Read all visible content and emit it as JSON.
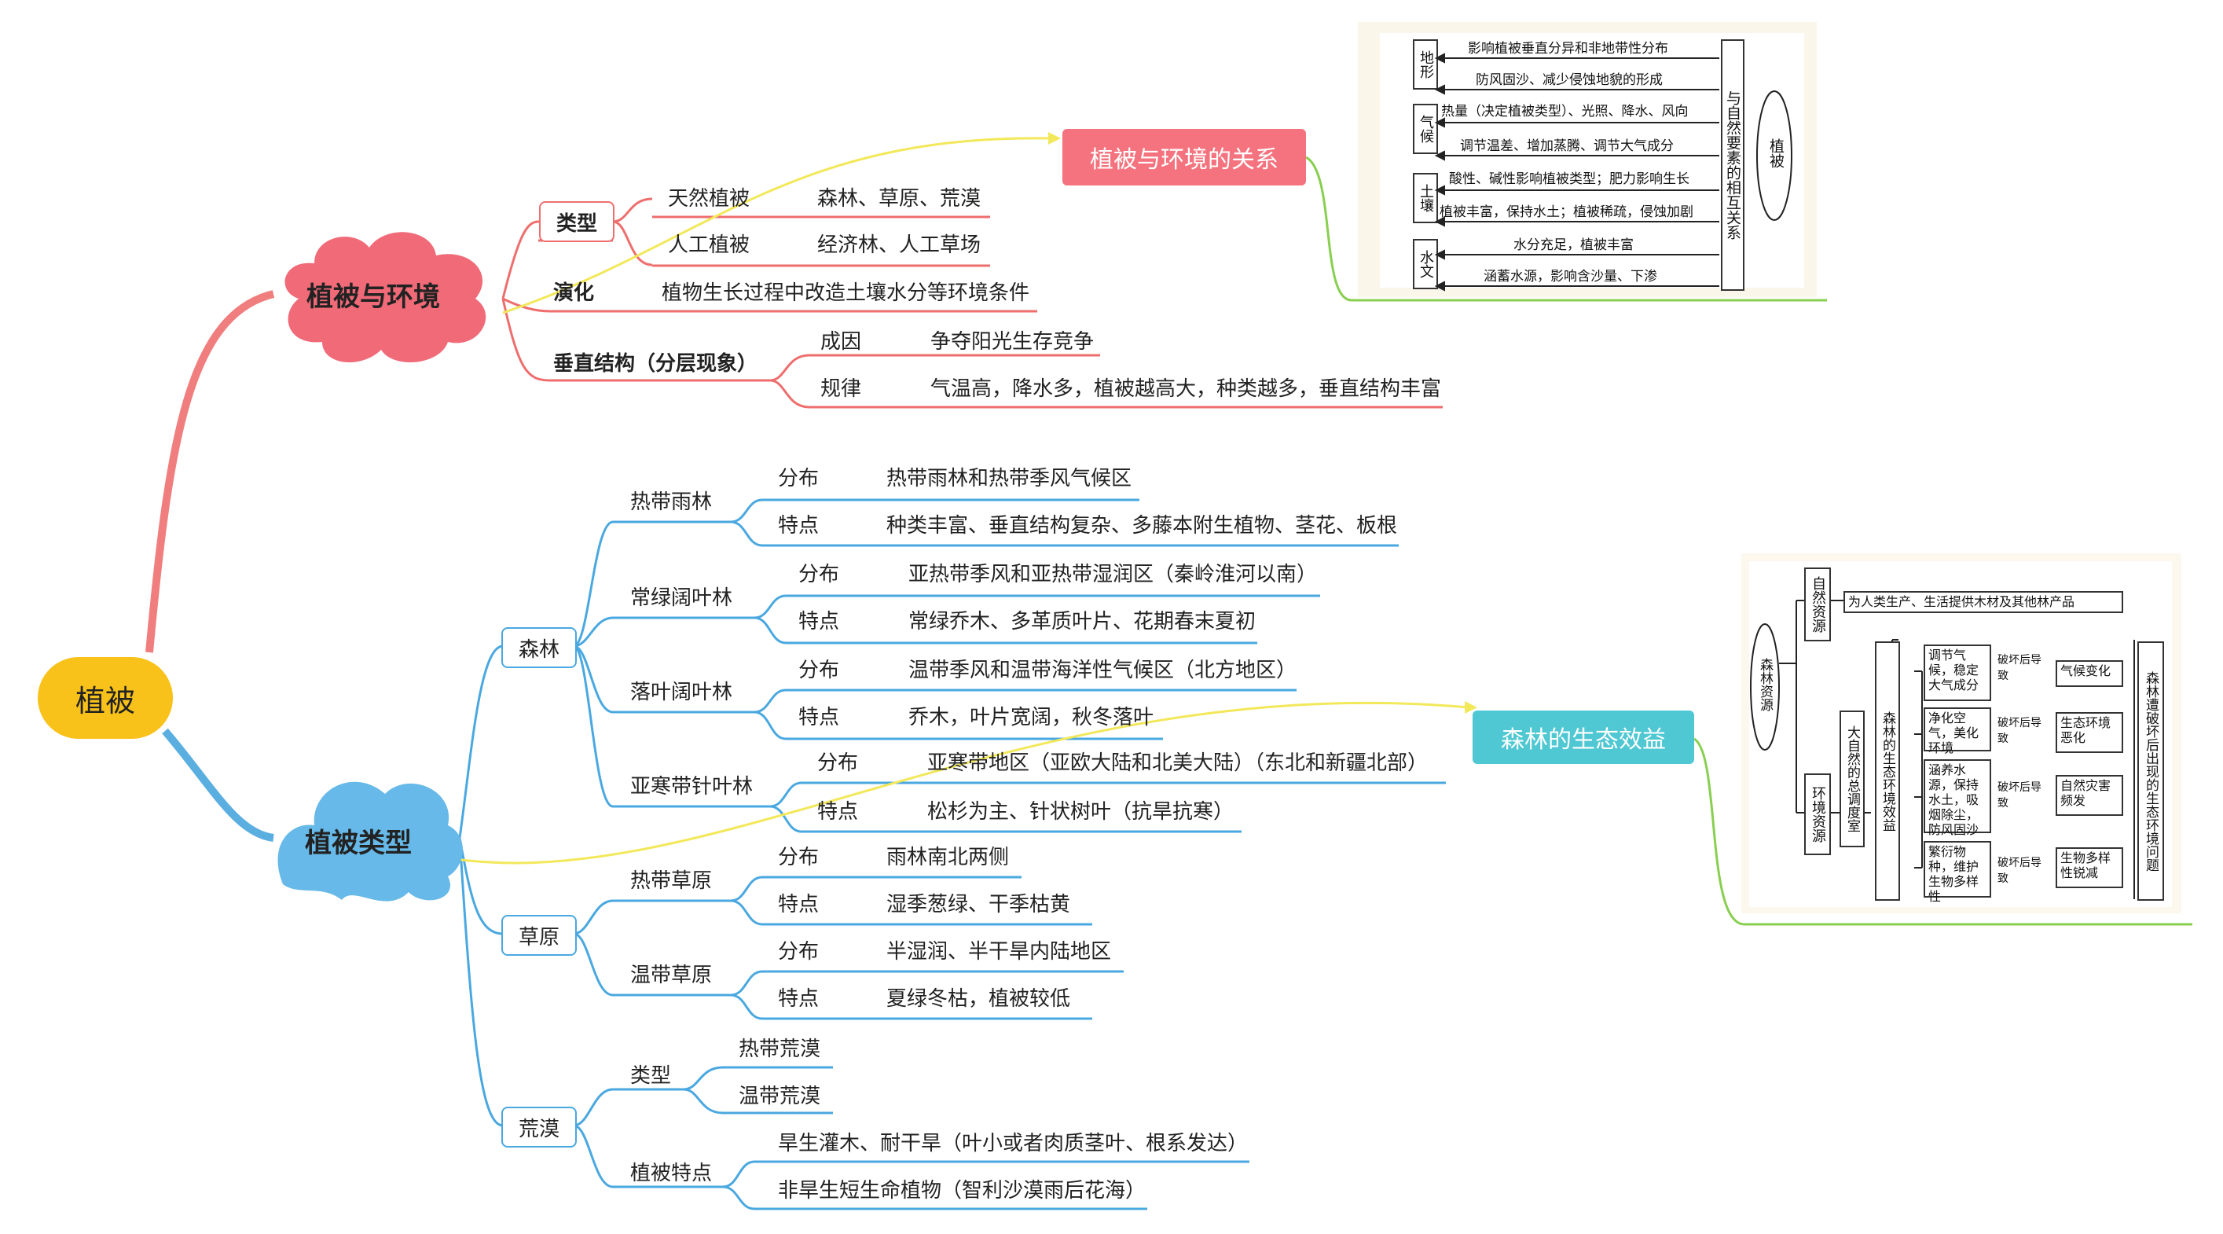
{
  "root": {
    "label": "植被"
  },
  "branch1": {
    "title": "植被与环境",
    "type": {
      "label": "类型",
      "natural": {
        "label": "天然植被",
        "value": "森林、草原、荒漠"
      },
      "artificial": {
        "label": "人工植被",
        "value": "经济林、人工草场"
      }
    },
    "evolution": {
      "label": "演化",
      "value": "植物生长过程中改造土壤水分等环境条件"
    },
    "vertical": {
      "label": "垂直结构（分层现象）",
      "cause": {
        "label": "成因",
        "value": "争夺阳光生存竞争"
      },
      "rule": {
        "label": "规律",
        "value": "气温高，降水多，植被越高大，种类越多，垂直结构丰富"
      }
    }
  },
  "branch2": {
    "title": "植被类型",
    "forest": {
      "label": "森林",
      "rainforest": {
        "label": "热带雨林",
        "dist_label": "分布",
        "dist": "热带雨林和热带季风气候区",
        "feat_label": "特点",
        "feat": "种类丰富、垂直结构复杂、多藤本附生植物、茎花、板根"
      },
      "evergreen": {
        "label": "常绿阔叶林",
        "dist_label": "分布",
        "dist": "亚热带季风和亚热带湿润区（秦岭淮河以南）",
        "feat_label": "特点",
        "feat": "常绿乔木、多革质叶片、花期春末夏初"
      },
      "deciduous": {
        "label": "落叶阔叶林",
        "dist_label": "分布",
        "dist": "温带季风和温带海洋性气候区（北方地区）",
        "feat_label": "特点",
        "feat": "乔木，叶片宽阔，秋冬落叶"
      },
      "taiga": {
        "label": "亚寒带针叶林",
        "dist_label": "分布",
        "dist": "亚寒带地区（亚欧大陆和北美大陆）（东北和新疆北部）",
        "feat_label": "特点",
        "feat": "松杉为主、针状树叶（抗旱抗寒）"
      }
    },
    "grassland": {
      "label": "草原",
      "tropical": {
        "label": "热带草原",
        "dist_label": "分布",
        "dist": "雨林南北两侧",
        "feat_label": "特点",
        "feat": "湿季葱绿、干季枯黄"
      },
      "temperate": {
        "label": "温带草原",
        "dist_label": "分布",
        "dist": "半湿润、半干旱内陆地区",
        "feat_label": "特点",
        "feat": "夏绿冬枯，植被较低"
      }
    },
    "desert": {
      "label": "荒漠",
      "types": {
        "label": "类型",
        "items": [
          "热带荒漠",
          "温带荒漠"
        ]
      },
      "features": {
        "label": "植被特点",
        "items": [
          "旱生灌木、耐干旱（叶小或者肉质茎叶、根系发达）",
          "非旱生短生命植物（智利沙漠雨后花海）"
        ]
      }
    }
  },
  "callouts": {
    "relation": "植被与环境的关系",
    "forest_benefit": "森林的生态效益"
  },
  "figure1": {
    "factors": [
      "地形",
      "气候",
      "土壤",
      "水文"
    ],
    "rows": [
      "影响植被垂直分异和非地带性分布",
      "防风固沙、减少侵蚀地貌的形成",
      "热量（决定植被类型）、光照、降水、风向",
      "调节温差、增加蒸腾、调节大气成分",
      "酸性、碱性影响植被类型；肥力影响生长",
      "植被丰富，保持水土；植被稀疏，侵蚀加剧",
      "水分充足，植被丰富",
      "涵蓄水源，影响含沙量、下渗"
    ],
    "relation": "与自然要素的相互关系",
    "center": "植被"
  },
  "figure2": {
    "root": "森林资源",
    "natural": "自然资源",
    "env": "环境资源",
    "product": "为人类生产、生活提供木材及其他林产品",
    "regulator": "大自然的总调度室",
    "effect": "森林的生态环境效益",
    "benefits": [
      "调节气候，稳定大气成分",
      "净化空气，美化环境",
      "涵养水源，保持水土，吸烟除尘，防风固沙",
      "繁衍物种，维护生物多样性"
    ],
    "arrows": [
      "破坏后导致",
      "破坏后导致",
      "破坏后导致",
      "破坏后导致"
    ],
    "results": [
      "气候变化",
      "生态环境恶化",
      "自然灾害频发",
      "生物多样性锐减"
    ],
    "final": "森林遭破坏后出现的生态环境问题"
  }
}
